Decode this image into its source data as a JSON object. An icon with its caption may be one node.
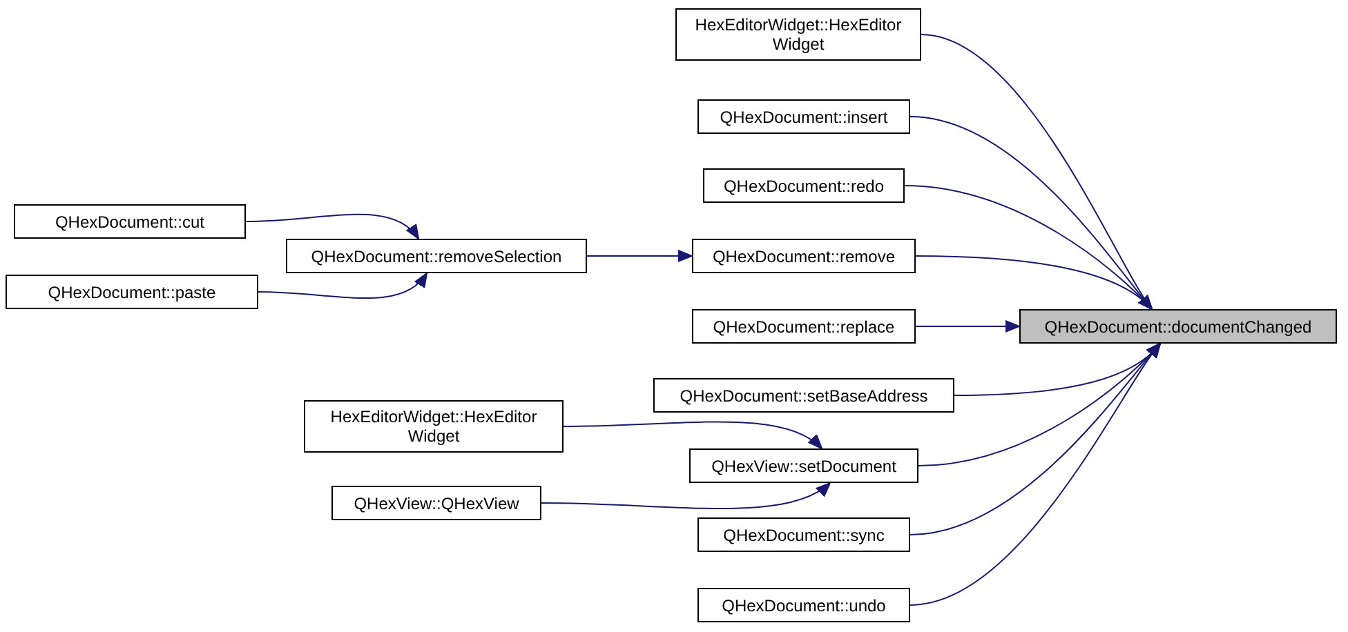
{
  "diagram": {
    "nodes": [
      {
        "text": [
          "QHexDocument::documentChanged"
        ]
      },
      {
        "text": [
          "HexEditorWidget::HexEditor Widget"
        ]
      },
      {
        "text": [
          "QHexDocument::insert"
        ]
      },
      {
        "text": [
          "QHexDocument::redo"
        ]
      },
      {
        "text": [
          "QHexDocument::remove"
        ]
      },
      {
        "text": [
          "QHexDocument::replace"
        ]
      },
      {
        "text": [
          "QHexDocument::setBaseAddress"
        ]
      },
      {
        "text": [
          "QHexView::setDocument"
        ]
      },
      {
        "text": [
          "QHexDocument::sync"
        ]
      },
      {
        "text": [
          "QHexDocument::undo"
        ]
      },
      {
        "text": [
          "QHexDocument::removeSelection"
        ]
      },
      {
        "text": [
          "QHexDocument::cut"
        ]
      },
      {
        "text": [
          "QHexDocument::paste"
        ]
      },
      {
        "text": [
          "HexEditorWidget::HexEditor Widget"
        ]
      },
      {
        "text": [
          "QHexView::QHexView"
        ]
      }
    ],
    "edges": [
      {
        "from": 1,
        "to": 0,
        "arrow": "to"
      },
      {
        "from": 2,
        "to": 0,
        "arrow": "to"
      },
      {
        "from": 3,
        "to": 0,
        "arrow": "to"
      },
      {
        "from": 4,
        "to": 0,
        "arrow": "to"
      },
      {
        "from": 5,
        "to": 0,
        "arrow": "to"
      },
      {
        "from": 6,
        "to": 0,
        "arrow": "to"
      },
      {
        "from": 7,
        "to": 0,
        "arrow": "to"
      },
      {
        "from": 8,
        "to": 0,
        "arrow": "to"
      },
      {
        "from": 9,
        "to": 0,
        "arrow": "to"
      },
      {
        "from": 10,
        "to": 4,
        "arrow": "to"
      },
      {
        "from": 11,
        "to": 10,
        "arrow": "to"
      },
      {
        "from": 12,
        "to": 10,
        "arrow": "to"
      },
      {
        "from": 13,
        "to": 7,
        "arrow": "to"
      },
      {
        "from": 14,
        "to": 7,
        "arrow": "to"
      }
    ]
  }
}
